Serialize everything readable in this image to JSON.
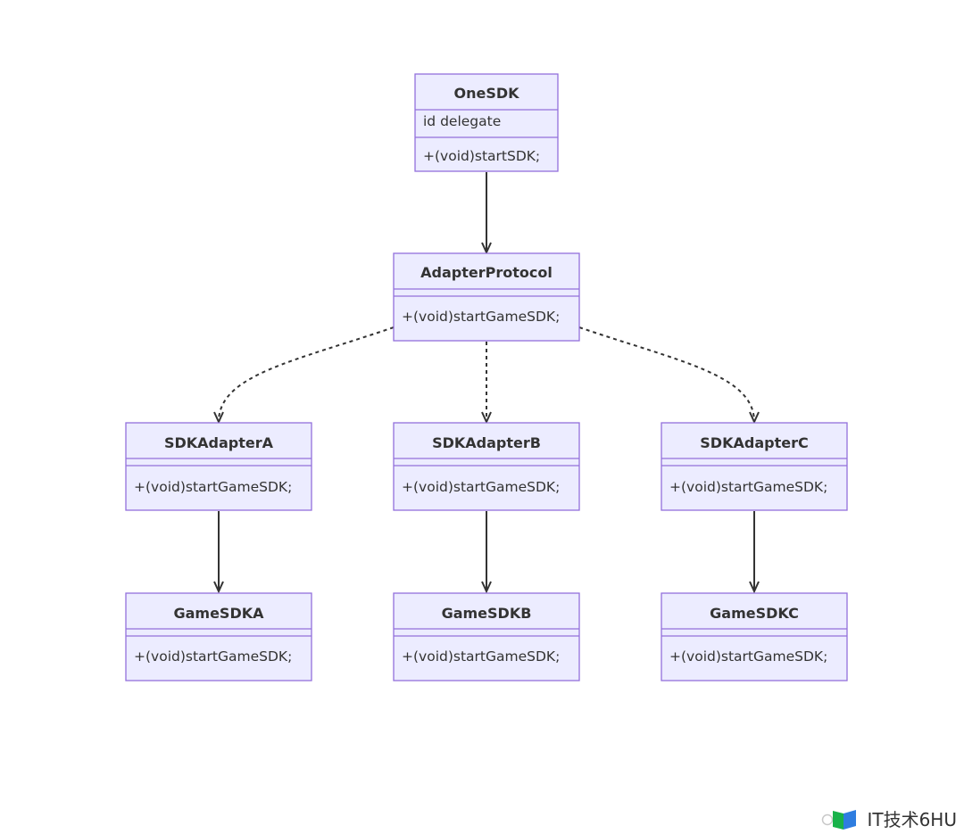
{
  "diagram": {
    "colors": {
      "box_fill": "#ececff",
      "box_stroke": "#9370db",
      "text": "#333333",
      "edge": "#333333"
    },
    "classes": [
      {
        "id": "onesdk",
        "name": "OneSDK",
        "attributes": [
          "id delegate"
        ],
        "methods": [
          "+(void)startSDK;"
        ]
      },
      {
        "id": "adapterprotocol",
        "name": "AdapterProtocol",
        "attributes": [],
        "methods": [
          "+(void)startGameSDK;"
        ]
      },
      {
        "id": "sdkadaptera",
        "name": "SDKAdapterA",
        "attributes": [],
        "methods": [
          "+(void)startGameSDK;"
        ]
      },
      {
        "id": "sdkadapterb",
        "name": "SDKAdapterB",
        "attributes": [],
        "methods": [
          "+(void)startGameSDK;"
        ]
      },
      {
        "id": "sdkadapterc",
        "name": "SDKAdapterC",
        "attributes": [],
        "methods": [
          "+(void)startGameSDK;"
        ]
      },
      {
        "id": "gamesdka",
        "name": "GameSDKA",
        "attributes": [],
        "methods": [
          "+(void)startGameSDK;"
        ]
      },
      {
        "id": "gamesdkb",
        "name": "GameSDKB",
        "attributes": [],
        "methods": [
          "+(void)startGameSDK;"
        ]
      },
      {
        "id": "gamesdkc",
        "name": "GameSDKC",
        "attributes": [],
        "methods": [
          "+(void)startGameSDK;"
        ]
      }
    ],
    "relations": [
      {
        "from": "onesdk",
        "to": "adapterprotocol",
        "style": "solid"
      },
      {
        "from": "adapterprotocol",
        "to": "sdkadaptera",
        "style": "dashed"
      },
      {
        "from": "adapterprotocol",
        "to": "sdkadapterb",
        "style": "dashed"
      },
      {
        "from": "adapterprotocol",
        "to": "sdkadapterc",
        "style": "dashed"
      },
      {
        "from": "sdkadaptera",
        "to": "gamesdka",
        "style": "solid"
      },
      {
        "from": "sdkadapterb",
        "to": "gamesdkb",
        "style": "solid"
      },
      {
        "from": "sdkadapterc",
        "to": "gamesdkc",
        "style": "solid"
      }
    ]
  },
  "watermark": {
    "text": "IT技术6HU",
    "icon": "wechat-logo-icon"
  }
}
